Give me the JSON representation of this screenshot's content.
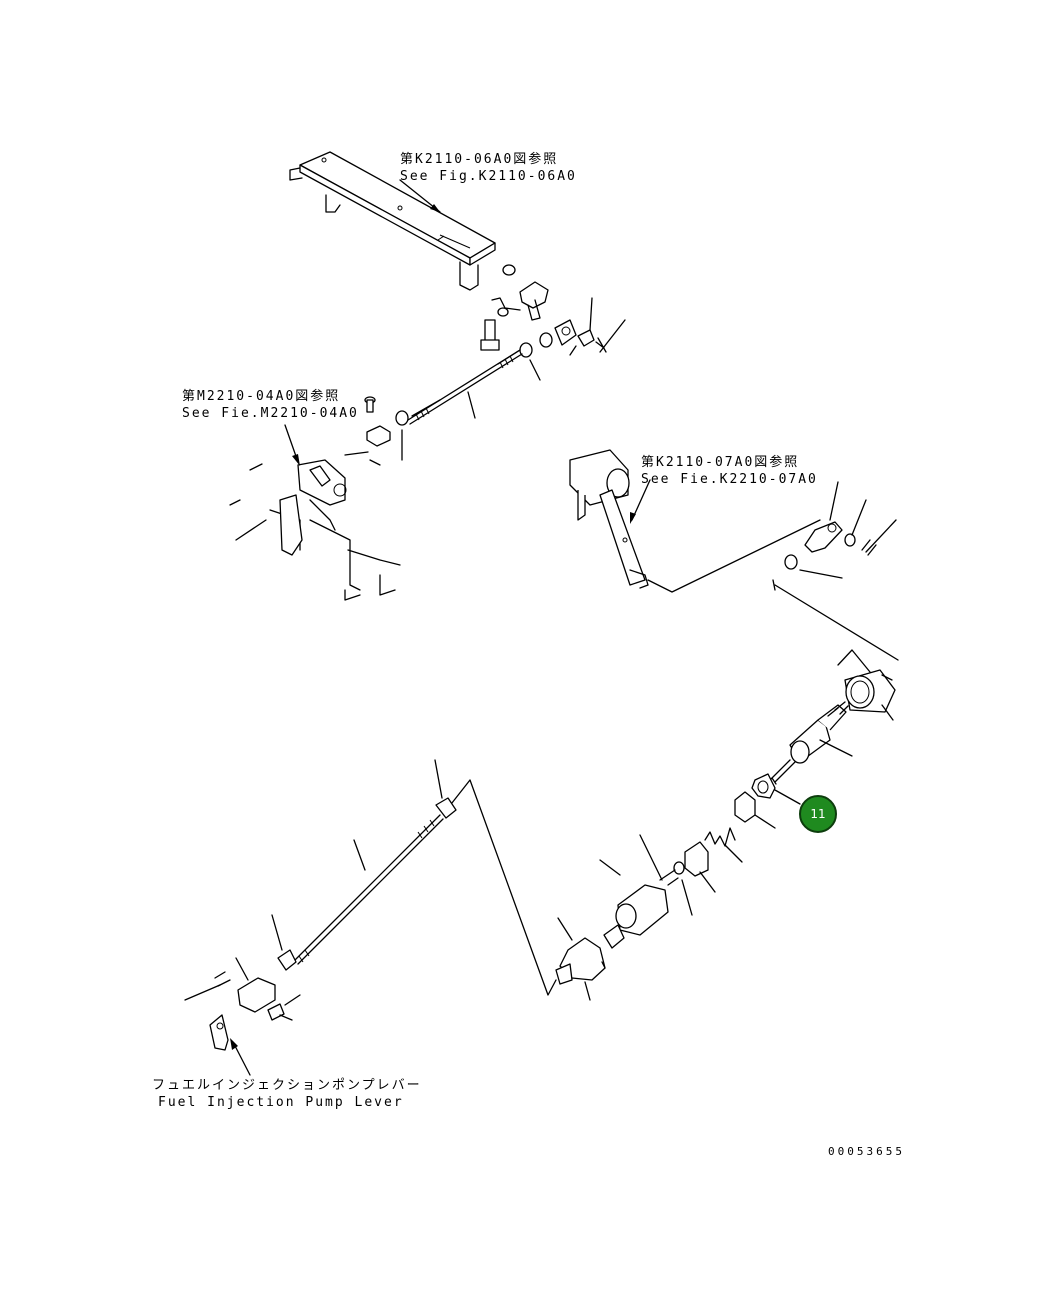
{
  "refs": {
    "top": {
      "jp": "第K2110-06A0図参照",
      "en": "See Fig.K2110-06A0"
    },
    "left": {
      "jp": "第M2210-04A0図参照",
      "en": "See Fie.M2210-04A0"
    },
    "right": {
      "jp": "第K2110-07A0図参照",
      "en": "See Fie.K2210-07A0"
    }
  },
  "fuel_lever": {
    "jp": "フュエルインジェクションポンプレバー",
    "en": "Fuel Injection Pump Lever"
  },
  "callout_number": "11",
  "drawing_number": "00053655",
  "colors": {
    "callout_fill": "#1f8a1f",
    "line": "#000000"
  }
}
